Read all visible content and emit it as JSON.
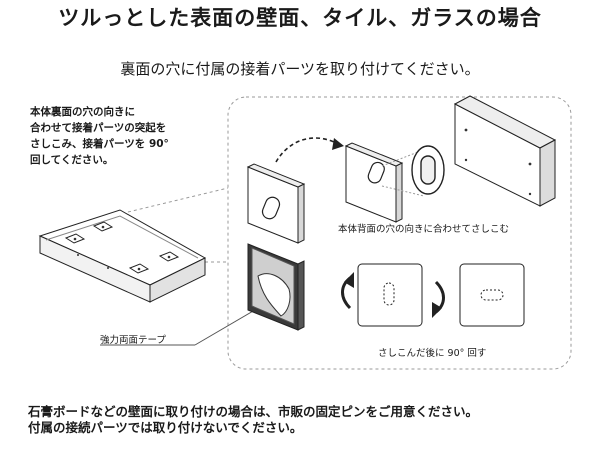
{
  "header": {
    "title": "ツルっとした表面の壁面、タイル、ガラスの場合",
    "subtitle": "裏面の穴に付属の接着パーツを取り付けてください。"
  },
  "instruction": {
    "lines": [
      "本体裏面の穴の向きに",
      "合わせて接着パーツの突起を",
      "さしこみ、接着パーツを 90°",
      "回してください。"
    ]
  },
  "labels": {
    "tape": "強力両面テープ",
    "align": "本体背面の穴の向きに合わせてさしこむ",
    "rotate": "さしこんだ後に 90°  回す"
  },
  "footer": {
    "lines": [
      "石膏ボードなどの壁面に取り付けの場合は、市販の固定ピンをご用意ください。",
      "付属の接続パーツでは取り付けないでください。"
    ]
  }
}
